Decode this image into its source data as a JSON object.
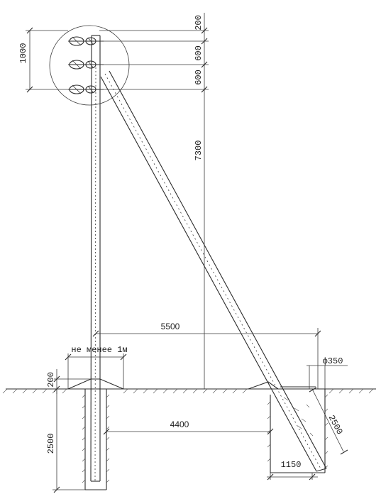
{
  "dimensions": {
    "top_offset": "200",
    "spacing_upper": "600",
    "spacing_lower": "600",
    "crossarm_span": "1000",
    "height_to_ground": "7300",
    "horizontal_top": "5500",
    "horizontal_ground": "4400",
    "pole_depth": "2500",
    "above_ground": "200",
    "strut_depth": "2500",
    "strut_pit": "1150",
    "strut_diameter": "ф350",
    "min_distance": "не менее 1м"
  },
  "colors": {
    "ink": "#2b2b2b",
    "paper": "#ffffff"
  }
}
